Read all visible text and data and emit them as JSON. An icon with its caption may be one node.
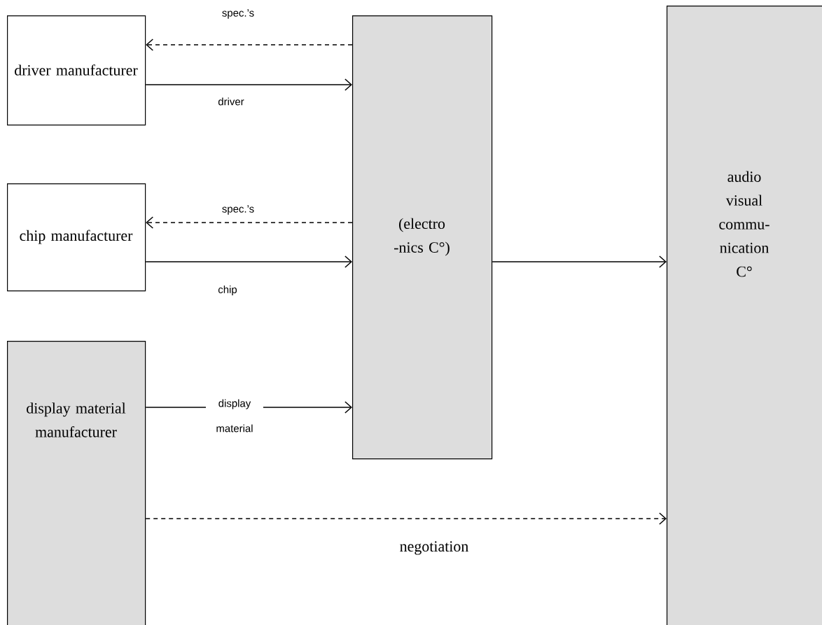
{
  "diagram": {
    "nodes": [
      {
        "text": [
          "driver manufacturer"
        ]
      },
      {
        "text": [
          "chip manufacturer"
        ]
      },
      {
        "text": [
          "display material manufacturer"
        ]
      },
      {
        "text": [
          "(electro -nics C°)"
        ]
      },
      {
        "text": [
          "audio visual commu- nication C°"
        ]
      }
    ],
    "edges": [
      {
        "from": 3,
        "to": 0,
        "arrow": "to",
        "style": "dashed",
        "label": "spec.’s"
      },
      {
        "from": 0,
        "to": 3,
        "arrow": "to",
        "label": "driver"
      },
      {
        "from": 3,
        "to": 1,
        "arrow": "to",
        "style": "dashed",
        "label": "spec.’s"
      },
      {
        "from": 1,
        "to": 3,
        "arrow": "to",
        "label": "chip"
      },
      {
        "from": 2,
        "to": 3,
        "arrow": "to",
        "label": "display material"
      },
      {
        "from": 3,
        "to": 4,
        "arrow": "to"
      },
      {
        "from": 2,
        "to": 4,
        "arrow": "to",
        "style": "dashed",
        "label": "negotiation"
      }
    ]
  }
}
